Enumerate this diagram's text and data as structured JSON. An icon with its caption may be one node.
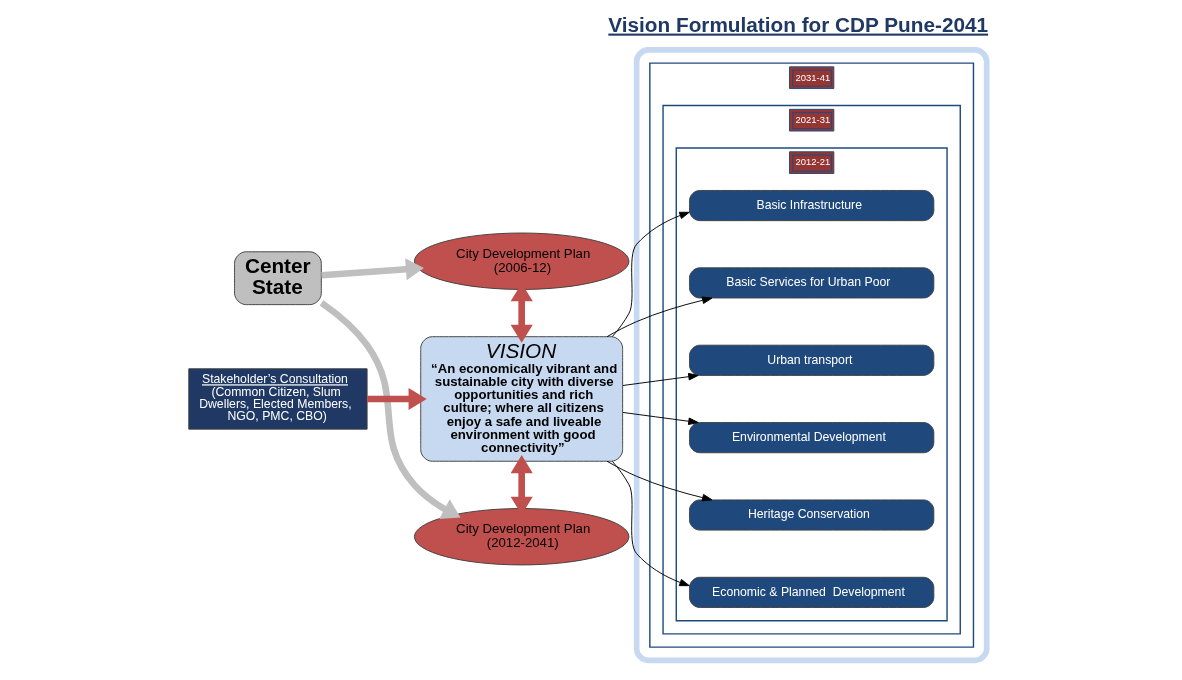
{
  "diagram": {
    "title": "Vision Formulation for CDP Pune-2041",
    "nodes": [
      {
        "text": [
          "Center State"
        ]
      },
      {
        "text": [
          "City Development Plan (2006-12)"
        ]
      },
      {
        "text": [
          "Stakeholder’s Consultation",
          "(Common Citizen, Slum Dwellers, Elected Members, NGO, PMC, CBO)"
        ]
      },
      {
        "text": [
          "VISION",
          "“An economically vibrant and sustainable city with diverse opportunities and rich culture; where all citizens enjoy a safe and liveable environment with good connectivity”"
        ]
      },
      {
        "text": [
          "City Development Plan (2012-2041)"
        ]
      },
      {
        "text": [],
        "shape": "box"
      },
      {
        "text": [
          "2031-41"
        ],
        "in": 5
      },
      {
        "text": [
          "2021-31"
        ],
        "in": 6
      },
      {
        "text": [
          "2012-21"
        ],
        "in": 7
      },
      {
        "text": [
          "Basic Infrastructure"
        ],
        "in": 8
      },
      {
        "text": [
          "Basic Services for Urban Poor"
        ],
        "in": 8
      },
      {
        "text": [
          "Urban transport"
        ],
        "in": 8
      },
      {
        "text": [
          "Environmental Development"
        ],
        "in": 8
      },
      {
        "text": [
          "Heritage Conservation"
        ],
        "in": 8
      },
      {
        "text": [
          "Economic & Planned  Development"
        ],
        "in": 8
      }
    ],
    "edges": [
      {
        "from": 0,
        "to": 1,
        "arrow": "to",
        "style": "thick",
        "color": "#bfbfbf"
      },
      {
        "from": 0,
        "to": 4,
        "arrow": "to",
        "style": "thick",
        "color": "#bfbfbf"
      },
      {
        "from": 2,
        "to": 3,
        "arrow": "to",
        "style": "thick",
        "color": "#c0504d"
      },
      {
        "from": 1,
        "to": 3,
        "arrow": "both",
        "style": "thick",
        "color": "#c0504d"
      },
      {
        "from": 3,
        "to": 4,
        "arrow": "both",
        "style": "thick",
        "color": "#c0504d"
      },
      {
        "from": 3,
        "to": 9,
        "arrow": "to"
      },
      {
        "from": 3,
        "to": 10,
        "arrow": "to"
      },
      {
        "from": 3,
        "to": 11,
        "arrow": "to"
      },
      {
        "from": 3,
        "to": 12,
        "arrow": "to"
      },
      {
        "from": 3,
        "to": 13,
        "arrow": "to"
      },
      {
        "from": 3,
        "to": 14,
        "arrow": "to"
      }
    ]
  }
}
